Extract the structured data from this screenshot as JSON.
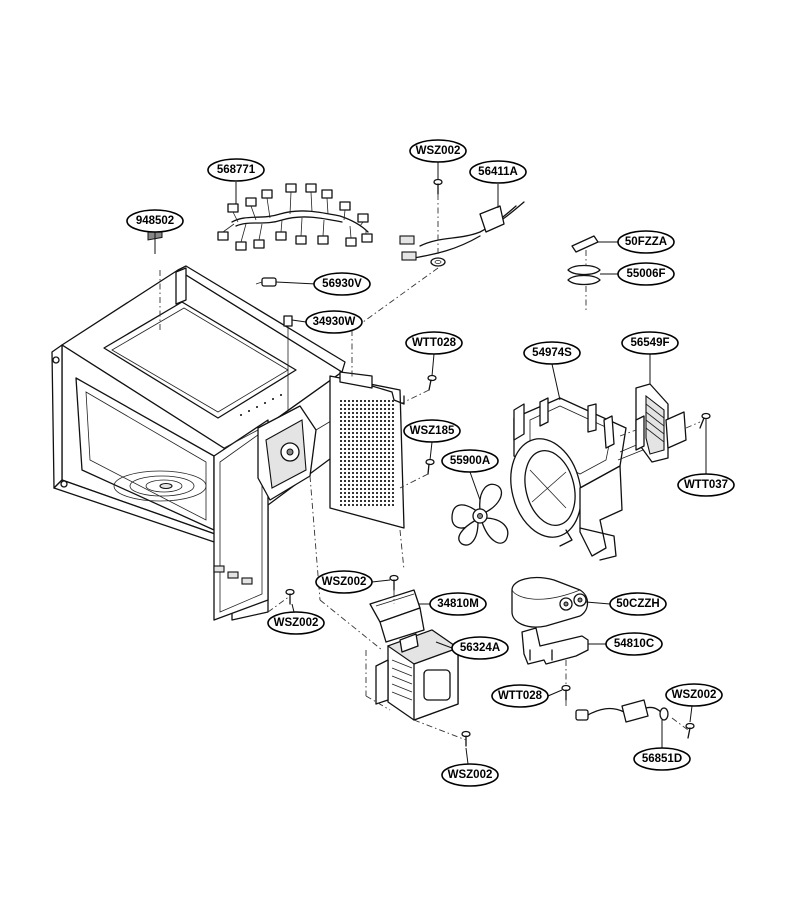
{
  "parts": {
    "p568771": "568771",
    "p948502": "948502",
    "pWSZ002_top": "WSZ002",
    "p56411A": "56411A",
    "p50FZZA": "50FZZA",
    "p55006F": "55006F",
    "p56930V": "56930V",
    "p34930W": "34930W",
    "pWTT028_a": "WTT028",
    "p54974S": "54974S",
    "p56549F": "56549F",
    "pWSZ185": "WSZ185",
    "p55900A": "55900A",
    "pWTT037": "WTT037",
    "pWSZ002_mid": "WSZ002",
    "p34810M": "34810M",
    "p50CZZH": "50CZZH",
    "pWSZ002_left": "WSZ002",
    "p56324A": "56324A",
    "p54810C": "54810C",
    "pWTT028_b": "WTT028",
    "pWSZ002_right": "WSZ002",
    "p56851D": "56851D",
    "pWSZ002_bottom": "WSZ002"
  }
}
